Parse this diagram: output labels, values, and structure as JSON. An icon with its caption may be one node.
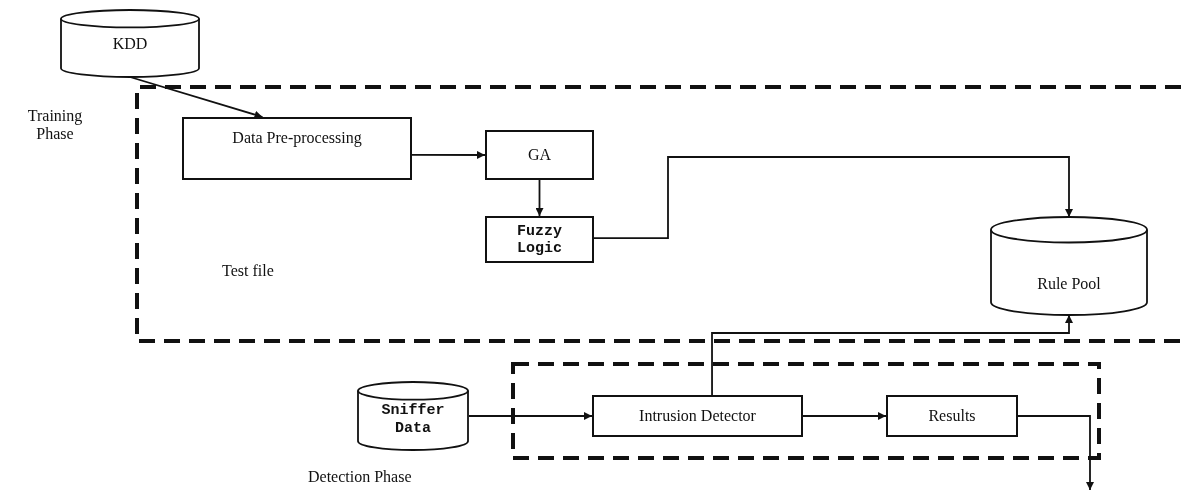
{
  "diagram": {
    "nodes": [
      {
        "text": [
          "Training Phase"
        ]
      },
      {
        "text": [
          "KDD"
        ]
      },
      {
        "text": [
          "Data Pre-processing"
        ],
        "in": 0
      },
      {
        "text": [
          "GA"
        ],
        "in": 0
      },
      {
        "text": [
          "Fuzzy Logic"
        ],
        "in": 0
      },
      {
        "text": [
          "Rule Pool"
        ],
        "in": 0
      },
      {
        "text": [],
        "shape": "box"
      },
      {
        "text": [
          "Sniffer Data"
        ]
      },
      {
        "text": [
          "Intrusion Detector"
        ],
        "in": 6
      },
      {
        "text": [
          "Results"
        ],
        "in": 6
      }
    ],
    "edges": [
      {
        "from": 1,
        "to": 2,
        "arrow": "to"
      },
      {
        "from": 2,
        "to": 3,
        "arrow": "to"
      },
      {
        "from": 3,
        "to": 4,
        "arrow": "to"
      },
      {
        "from": 4,
        "to": 5,
        "arrow": "to"
      },
      {
        "from": 7,
        "to": 8,
        "arrow": "to"
      },
      {
        "from": 8,
        "to": 9,
        "arrow": "to"
      },
      {
        "from": 8,
        "to": 5,
        "arrow": "to"
      },
      {
        "from": 9,
        "to": null,
        "arrow": "to"
      }
    ],
    "labels": [
      "Test file",
      "Detection Phase"
    ]
  }
}
